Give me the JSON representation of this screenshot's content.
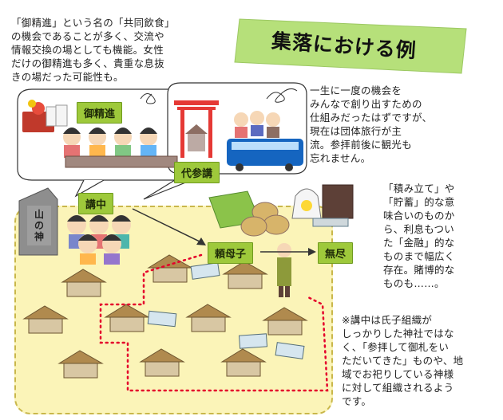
{
  "title": "集落における例",
  "notes": {
    "top_left": "「御精進」という名の「共同飲食」\nの機会であることが多く、交流や\n情報交換の場としても機能。女性\nだけの御精進も多く、貴重な息抜\nきの場だった可能性も。",
    "top_right": "一生に一度の機会を\nみんなで創り出すための\n仕組みだったはずですが、\n現在は団体旅行が主\n流。参拝前後に観光も\n忘れません。",
    "mid_right": "「積み立て」や\n「貯蓄」的な意\n味合いのものか\nら、利息もつい\nた「金融」的な\nものまで幅広く\n存在。賭博的な\nものも……。",
    "bottom_right": "※講中は氏子組織が\nしっかりした神社ではな\nく、「参拝して御札をい\nただいてきた」ものや、地\n域でお祀りしている神様\nに対して組織されるよう\nです。"
  },
  "labels": {
    "goshojin": "御精進",
    "daisan": "代参講",
    "kouchuu": "講中",
    "tanomoshi": "頼母子",
    "mujin": "無尽"
  },
  "stone_text": "山の神",
  "colors": {
    "label_green": "#9ec93b",
    "title_banner": "#b6e07a",
    "village_fill": "#fbf4b8",
    "arrow_red": "#e4002b",
    "roof": "#b08a4e"
  }
}
